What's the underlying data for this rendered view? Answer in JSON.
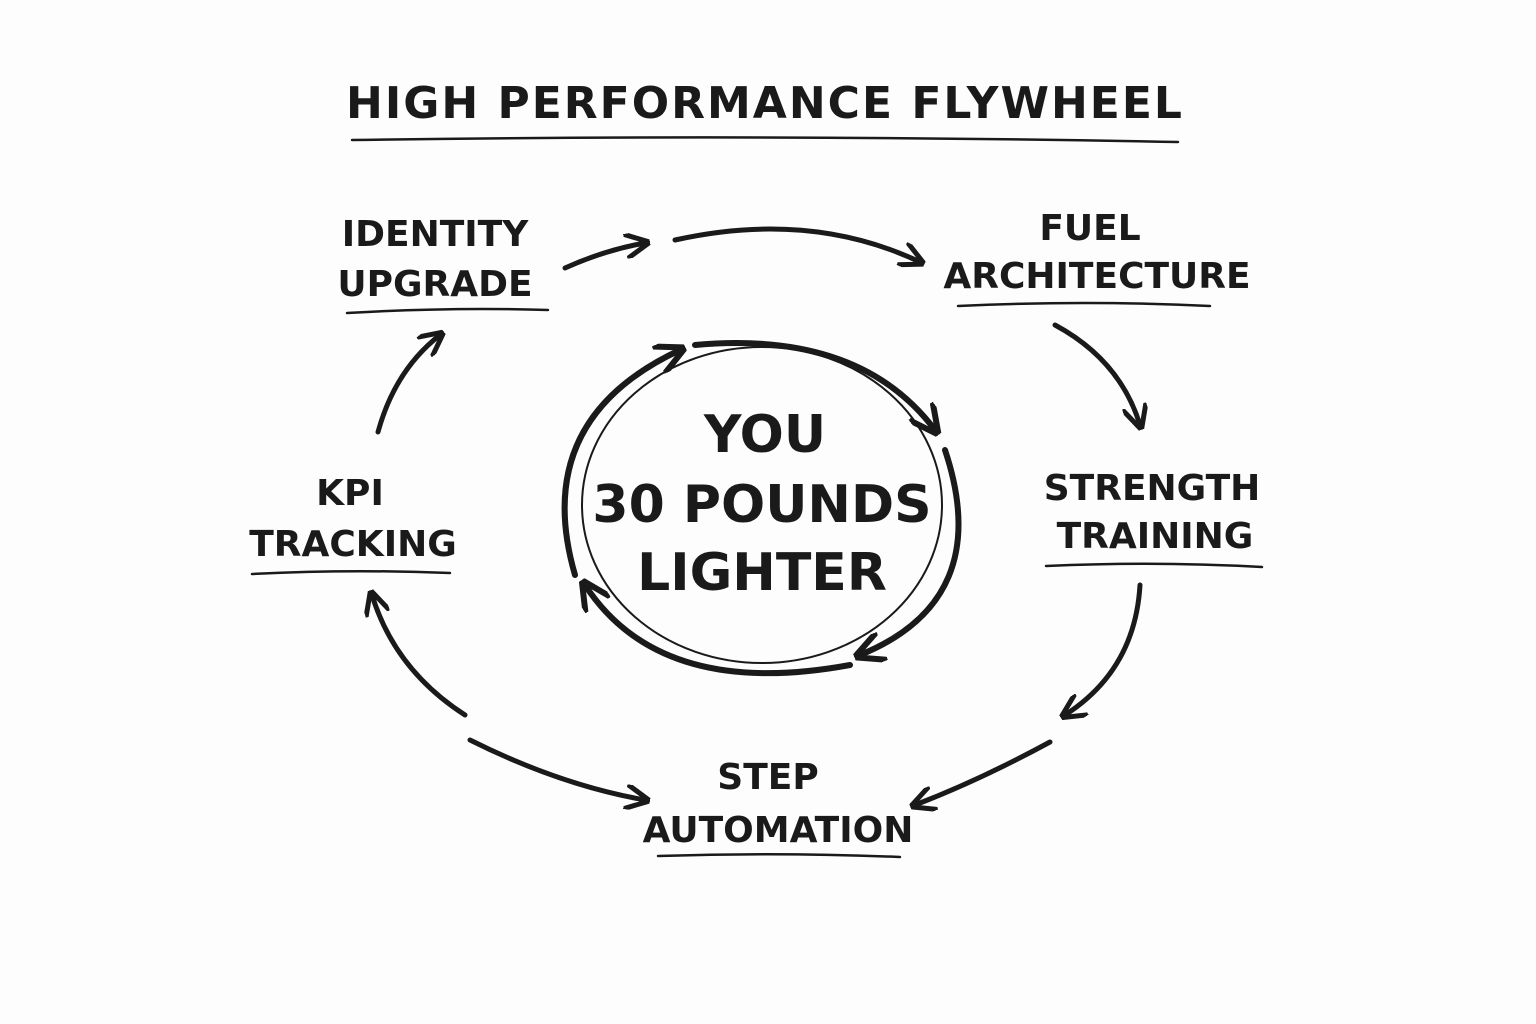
{
  "title": "HIGH PERFORMANCE FLYWHEEL",
  "center": {
    "line1": "YOU",
    "line2": "30 POUNDS",
    "line3": "LIGHTER"
  },
  "nodes": [
    {
      "line1": "IDENTITY",
      "line2": "UPGRADE"
    },
    {
      "line1": "FUEL",
      "line2": "ARCHITECTURE"
    },
    {
      "line1": "STRENGTH",
      "line2": "TRAINING"
    },
    {
      "line1": "STEP",
      "line2": "AUTOMATION"
    },
    {
      "line1": "KPI",
      "line2": "TRACKING"
    }
  ],
  "colors": {
    "ink": "#1a1a1a",
    "background": "#fdfdfd"
  }
}
